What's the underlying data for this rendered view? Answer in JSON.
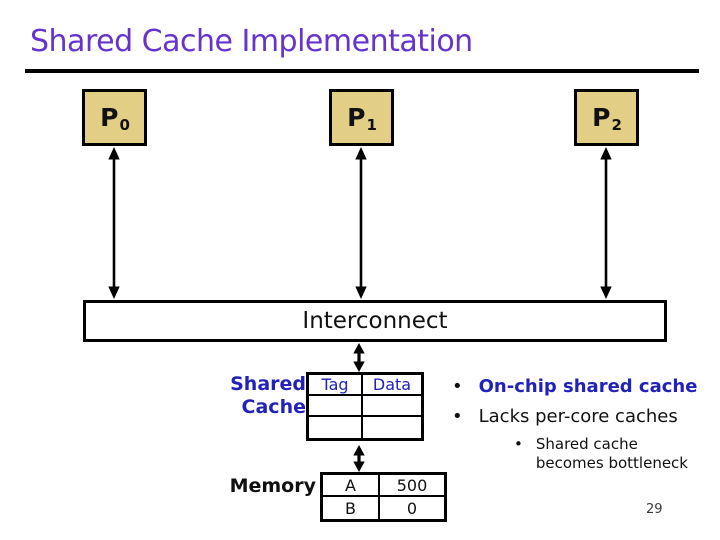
{
  "slide": {
    "title": "Shared Cache Implementation",
    "page_number": "29"
  },
  "processors": [
    {
      "name": "P",
      "sub": "0"
    },
    {
      "name": "P",
      "sub": "1"
    },
    {
      "name": "P",
      "sub": "2"
    }
  ],
  "interconnect": {
    "label": "Interconnect"
  },
  "shared_cache": {
    "label_line1": "Shared",
    "label_line2": "Cache",
    "col_headers": [
      "Tag",
      "Data"
    ],
    "empty_row_count": 2
  },
  "memory": {
    "label": "Memory",
    "rows": [
      [
        "A",
        "500"
      ],
      [
        "B",
        "0"
      ]
    ]
  },
  "bullets": {
    "bullet_char": "•",
    "item1": "On-chip shared cache",
    "item2": "Lacks per-core caches",
    "sub_item": "Shared cache becomes bottleneck"
  },
  "colors": {
    "title_purple": "#6633cc",
    "accent_blue": "#2222bb",
    "processor_fill": "#e3ce85",
    "line_black": "#000000",
    "background": "#ffffff"
  }
}
